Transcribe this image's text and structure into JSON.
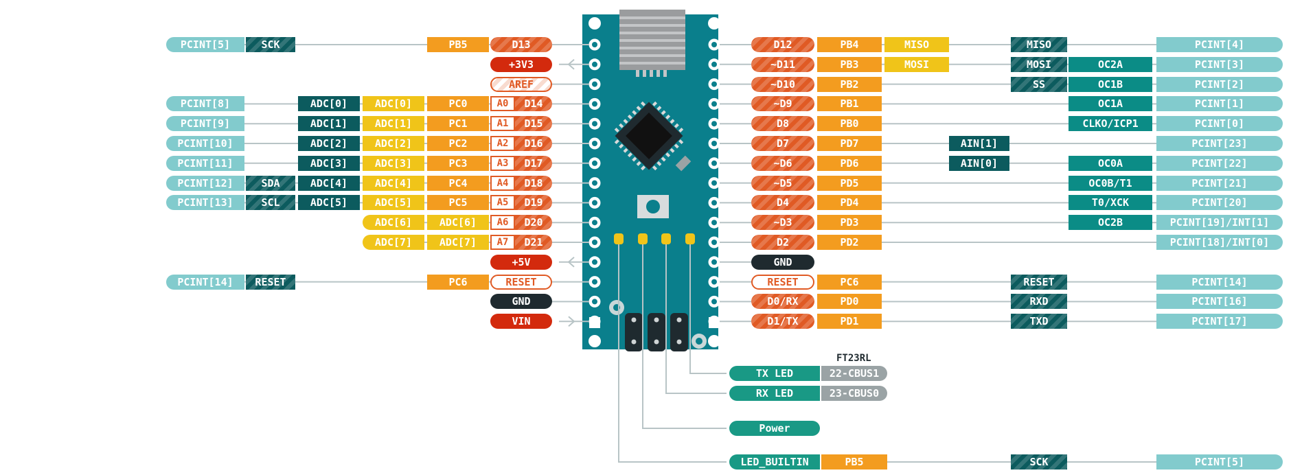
{
  "left_pins": [
    {
      "pin": "D13",
      "cells": [
        [
          "pcint",
          "PCINT[5]"
        ],
        [
          "hatch",
          "SCK"
        ],
        null,
        null,
        [
          "o",
          "PB5"
        ]
      ]
    },
    {
      "pin": "+3V3",
      "power": true
    },
    {
      "pin": "AREF",
      "outline": true
    },
    {
      "pin": "D14",
      "analog": "A0",
      "cells": [
        [
          "pcint",
          "PCINT[8]"
        ],
        null,
        [
          "sq",
          "ADC[0]"
        ],
        [
          "y",
          "ADC[0]"
        ],
        [
          "o",
          "PC0"
        ]
      ]
    },
    {
      "pin": "D15",
      "analog": "A1",
      "cells": [
        [
          "pcint",
          "PCINT[9]"
        ],
        null,
        [
          "sq",
          "ADC[1]"
        ],
        [
          "y",
          "ADC[1]"
        ],
        [
          "o",
          "PC1"
        ]
      ]
    },
    {
      "pin": "D16",
      "analog": "A2",
      "cells": [
        [
          "pcint",
          "PCINT[10]"
        ],
        null,
        [
          "sq",
          "ADC[2]"
        ],
        [
          "y",
          "ADC[2]"
        ],
        [
          "o",
          "PC2"
        ]
      ]
    },
    {
      "pin": "D17",
      "analog": "A3",
      "cells": [
        [
          "pcint",
          "PCINT[11]"
        ],
        null,
        [
          "sq",
          "ADC[3]"
        ],
        [
          "y",
          "ADC[3]"
        ],
        [
          "o",
          "PC3"
        ]
      ]
    },
    {
      "pin": "D18",
      "analog": "A4",
      "cells": [
        [
          "pcint",
          "PCINT[12]"
        ],
        [
          "hatch",
          "SDA"
        ],
        [
          "sq",
          "ADC[4]"
        ],
        [
          "y",
          "ADC[4]"
        ],
        [
          "o",
          "PC4"
        ]
      ]
    },
    {
      "pin": "D19",
      "analog": "A5",
      "cells": [
        [
          "pcint",
          "PCINT[13]"
        ],
        [
          "hatch",
          "SCL"
        ],
        [
          "sq",
          "ADC[5]"
        ],
        [
          "y",
          "ADC[5]"
        ],
        [
          "o",
          "PC5"
        ]
      ]
    },
    {
      "pin": "D20",
      "analog": "A6",
      "cells": [
        null,
        null,
        null,
        [
          "y",
          "ADC[6]"
        ],
        [
          "y",
          "ADC[6]"
        ]
      ]
    },
    {
      "pin": "D21",
      "analog": "A7",
      "cells": [
        null,
        null,
        null,
        [
          "y",
          "ADC[7]"
        ],
        [
          "y",
          "ADC[7]"
        ]
      ]
    },
    {
      "pin": "+5V",
      "power": true
    },
    {
      "pin": "RESET",
      "outline": true,
      "cells": [
        [
          "pcint",
          "PCINT[14]"
        ],
        [
          "hatch",
          "RESET"
        ],
        null,
        null,
        [
          "o",
          "PC6"
        ]
      ]
    },
    {
      "pin": "GND",
      "gnd": true
    },
    {
      "pin": "VIN",
      "power": true
    }
  ],
  "right_pins": [
    {
      "pin": "D12",
      "port": "PB4",
      "spi": "MISO",
      "hatch": "MISO",
      "func": "",
      "pcint": "PCINT[4]"
    },
    {
      "pin": "~D11",
      "port": "PB3",
      "spi": "MOSI",
      "hatch": "MOSI",
      "func": "OC2A",
      "pcint": "PCINT[3]"
    },
    {
      "pin": "~D10",
      "port": "PB2",
      "spi": "",
      "hatch": "SS",
      "func": "OC1B",
      "pcint": "PCINT[2]"
    },
    {
      "pin": "~D9",
      "port": "PB1",
      "spi": "",
      "hatch": "",
      "func": "OC1A",
      "pcint": "PCINT[1]"
    },
    {
      "pin": "D8",
      "port": "PB0",
      "spi": "",
      "hatch": "",
      "func": "CLKO/ICP1",
      "pcint": "PCINT[0]"
    },
    {
      "pin": "D7",
      "port": "PD7",
      "spi": "",
      "ain": "AIN[1]",
      "hatch": "",
      "func": "",
      "pcint": "PCINT[23]"
    },
    {
      "pin": "~D6",
      "port": "PD6",
      "spi": "",
      "ain": "AIN[0]",
      "hatch": "",
      "func": "OC0A",
      "pcint": "PCINT[22]"
    },
    {
      "pin": "~D5",
      "port": "PD5",
      "spi": "",
      "hatch": "",
      "func": "OC0B/T1",
      "pcint": "PCINT[21]"
    },
    {
      "pin": "D4",
      "port": "PD4",
      "spi": "",
      "hatch": "",
      "func": "T0/XCK",
      "pcint": "PCINT[20]"
    },
    {
      "pin": "~D3",
      "port": "PD3",
      "spi": "",
      "hatch": "",
      "func": "OC2B",
      "pcint": "PCINT[19]/INT[1]"
    },
    {
      "pin": "D2",
      "port": "PD2",
      "spi": "",
      "hatch": "",
      "func": "",
      "pcint": "PCINT[18]/INT[0]"
    },
    {
      "pin": "GND",
      "gnd": true
    },
    {
      "pin": "RESET",
      "outline": true,
      "port": "PC6",
      "spi": "",
      "hatch": "RESET",
      "func": "",
      "pcint": "PCINT[14]"
    },
    {
      "pin": "D0/RX",
      "port": "PD0",
      "spi": "",
      "hatch": "RXD",
      "func": "",
      "pcint": "PCINT[16]"
    },
    {
      "pin": "D1/TX",
      "port": "PD1",
      "spi": "",
      "hatch": "TXD",
      "func": "",
      "pcint": "PCINT[17]"
    }
  ],
  "ft_header": "FT23RL",
  "leds": [
    {
      "name": "TX LED",
      "pin": "22-CBUS1"
    },
    {
      "name": "RX LED",
      "pin": "23-CBUS0"
    },
    {
      "name": "Power"
    },
    {
      "name": "LED_BUILTIN",
      "pin": "PB5",
      "hatch": "SCK",
      "pcint": "PCINT[5]"
    }
  ],
  "colors": {
    "board": "#0a7f8c",
    "pcint": "#82cbcd",
    "hardware": "#0c5b5e",
    "analog": "#f0c419",
    "port": "#f39c1f",
    "digital": "#e05a24",
    "power": "#d32a0d",
    "ground": "#1f2a2f",
    "led": "#199985",
    "ft": "#9aa3a5",
    "wire": "#b8c4c6"
  }
}
